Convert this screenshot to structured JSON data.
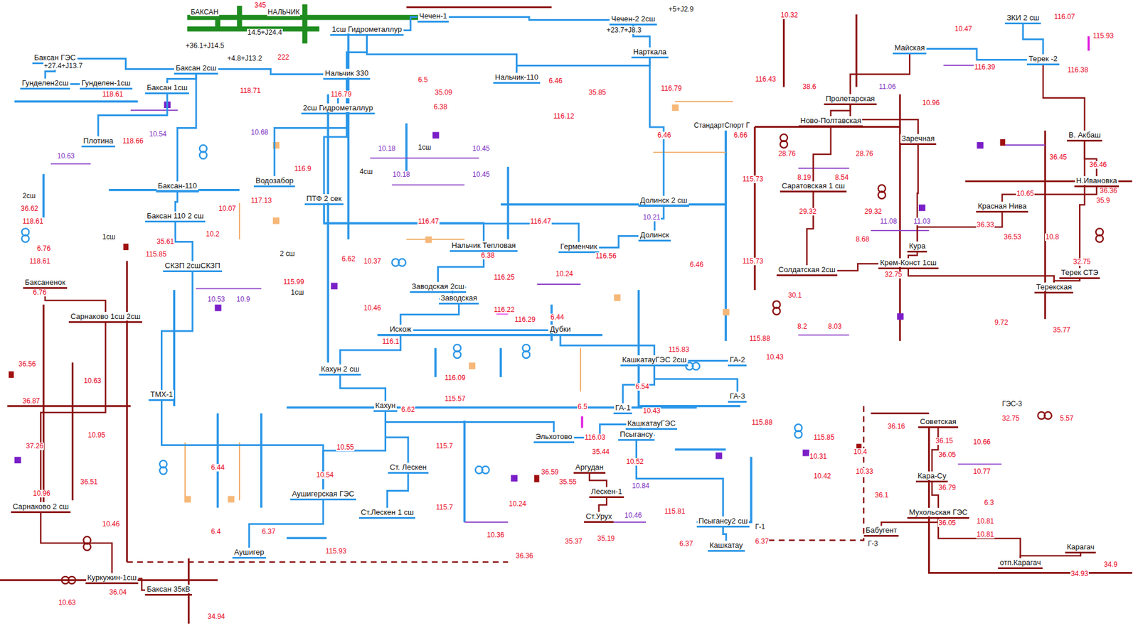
{
  "diagram": {
    "nodes": [
      {
        "text": [
          "Баксан ГЭС"
        ]
      },
      {
        "text": [
          "Гунделен2сш"
        ]
      },
      {
        "text": [
          "Гунделен-1сш"
        ]
      },
      {
        "text": [
          "Баксан 2сш"
        ]
      },
      {
        "text": [
          "Баксан 1сш"
        ]
      },
      {
        "text": [
          "Нальчик 330"
        ]
      },
      {
        "text": [
          "Плотина"
        ]
      },
      {
        "text": [
          "Баксан-110"
        ]
      },
      {
        "text": [
          "Баксан 110 2 сш"
        ]
      },
      {
        "text": [
          "Водозабор"
        ]
      },
      {
        "text": [
          "ПТФ 2 сек"
        ]
      },
      {
        "text": [
          "СКЗП 2сшСКЗП"
        ]
      },
      {
        "text": [
          "ТМХ-1"
        ]
      },
      {
        "text": [
          "Нальчик-110"
        ]
      },
      {
        "text": [
          "1сш Гидрометаллур"
        ]
      },
      {
        "text": [
          "2сш Гидрометаллур"
        ]
      },
      {
        "text": [
          "Чечен-1"
        ]
      },
      {
        "text": [
          "Чечен-2 2сш"
        ]
      },
      {
        "text": [
          "Нарткала"
        ]
      },
      {
        "text": [
          "Нальчик Тепловая"
        ]
      },
      {
        "text": [
          "Заводская 2сш"
        ]
      },
      {
        "text": [
          "Заводская"
        ]
      },
      {
        "text": [
          "Искож"
        ]
      },
      {
        "text": [
          "Дубки"
        ]
      },
      {
        "text": [
          "Кахун 2 сш"
        ]
      },
      {
        "text": [
          "Кахун"
        ]
      },
      {
        "text": [
          "Аушигерская ГЭС"
        ]
      },
      {
        "text": [
          "Аушигер"
        ]
      },
      {
        "text": [
          "Ст. Лескен"
        ]
      },
      {
        "text": [
          "Ст.Лескен 1 сш"
        ]
      },
      {
        "text": [
          "Эльхотово"
        ]
      },
      {
        "text": [
          "КашкатауГЭС"
        ]
      },
      {
        "text": [
          "Псыгансу"
        ]
      },
      {
        "text": [
          "Псыгансу2 сш"
        ]
      },
      {
        "text": [
          "Кашкатау"
        ]
      },
      {
        "text": [
          "КашкатауГЭС 2сш"
        ]
      },
      {
        "text": [
          "ГА-2"
        ]
      },
      {
        "text": [
          "ГА-3"
        ]
      },
      {
        "text": [
          "ГА-1"
        ]
      },
      {
        "text": [
          "Долинск"
        ]
      },
      {
        "text": [
          "Долинск 2 сш"
        ]
      },
      {
        "text": [
          "Герменчик"
        ]
      },
      {
        "text": [
          "Баксаненок"
        ]
      },
      {
        "text": [
          "Сарнаково 1сш 2сш"
        ]
      },
      {
        "text": [
          "Сарнаково 2 сш"
        ]
      },
      {
        "text": [
          "Куркужин-1сш"
        ]
      },
      {
        "text": [
          "Баксан 35кВ"
        ]
      },
      {
        "text": [
          "Аргудан"
        ]
      },
      {
        "text": [
          "Лескен-1"
        ]
      },
      {
        "text": [
          "Ст.Урух"
        ]
      },
      {
        "text": [
          "Советская"
        ]
      },
      {
        "text": [
          "Кара-Су"
        ]
      },
      {
        "text": [
          "Мухольская ГЭС"
        ]
      },
      {
        "text": [
          "Бабугент"
        ]
      },
      {
        "text": [
          "Карагач"
        ]
      },
      {
        "text": [
          "отп.Карагач"
        ]
      },
      {
        "text": [
          "Пролетарская"
        ]
      },
      {
        "text": [
          "Ново-Полтавская"
        ]
      },
      {
        "text": [
          "Заречная"
        ]
      },
      {
        "text": [
          "Саратовская 1 сш"
        ]
      },
      {
        "text": [
          "Кура"
        ]
      },
      {
        "text": [
          "Солдатская 2сш"
        ]
      },
      {
        "text": [
          "Крем-Конст 1сш"
        ]
      },
      {
        "text": [
          "Майская"
        ]
      },
      {
        "text": [
          "Терек -2"
        ]
      },
      {
        "text": [
          "ЗКИ 2 сш"
        ]
      },
      {
        "text": [
          "В. Акбаш"
        ]
      },
      {
        "text": [
          "Н.Ивановка"
        ]
      },
      {
        "text": [
          "Красная Нива"
        ]
      },
      {
        "text": [
          "Терекская"
        ]
      },
      {
        "text": [
          "Терек СТЭ"
        ]
      }
    ],
    "edges": [
      {
        "from": 0,
        "to": 1,
        "arrow": "none"
      },
      {
        "from": 1,
        "to": 2,
        "arrow": "none"
      },
      {
        "from": 0,
        "to": 3,
        "arrow": "none"
      },
      {
        "from": 3,
        "to": 5,
        "arrow": "none"
      },
      {
        "from": 3,
        "to": 4,
        "arrow": "none"
      },
      {
        "from": 4,
        "to": 6,
        "arrow": "none"
      },
      {
        "from": 3,
        "to": 7,
        "arrow": "none"
      },
      {
        "from": 7,
        "to": 8,
        "arrow": "none"
      },
      {
        "from": 8,
        "to": 11,
        "arrow": "none"
      },
      {
        "from": 11,
        "to": 12,
        "arrow": "none"
      },
      {
        "from": 5,
        "to": 9,
        "arrow": "none"
      },
      {
        "from": 5,
        "to": 10,
        "arrow": "none"
      },
      {
        "from": 5,
        "to": 15,
        "arrow": "none"
      },
      {
        "from": 5,
        "to": 14,
        "arrow": "none"
      },
      {
        "from": 14,
        "to": 16,
        "arrow": "none"
      },
      {
        "from": 16,
        "to": 17,
        "arrow": "none"
      },
      {
        "from": 14,
        "to": 13,
        "arrow": "none"
      },
      {
        "from": 13,
        "to": 18,
        "arrow": "none"
      },
      {
        "from": 17,
        "to": 18,
        "arrow": "none"
      },
      {
        "from": 10,
        "to": 19,
        "arrow": "none"
      },
      {
        "from": 19,
        "to": 20,
        "arrow": "none"
      },
      {
        "from": 20,
        "to": 21,
        "arrow": "none"
      },
      {
        "from": 21,
        "to": 22,
        "arrow": "none"
      },
      {
        "from": 22,
        "to": 23,
        "arrow": "none"
      },
      {
        "from": 10,
        "to": 41,
        "arrow": "none"
      },
      {
        "from": 41,
        "to": 39,
        "arrow": "none"
      },
      {
        "from": 39,
        "to": 40,
        "arrow": "none"
      },
      {
        "from": 18,
        "to": 40,
        "arrow": "none"
      },
      {
        "from": 23,
        "to": 35,
        "arrow": "none"
      },
      {
        "from": 35,
        "to": 36,
        "arrow": "none"
      },
      {
        "from": 35,
        "to": 37,
        "arrow": "none"
      },
      {
        "from": 35,
        "to": 38,
        "arrow": "none"
      },
      {
        "from": 22,
        "to": 24,
        "arrow": "none"
      },
      {
        "from": 24,
        "to": 25,
        "arrow": "none"
      },
      {
        "from": 25,
        "to": 26,
        "arrow": "none"
      },
      {
        "from": 26,
        "to": 27,
        "arrow": "none"
      },
      {
        "from": 25,
        "to": 28,
        "arrow": "none"
      },
      {
        "from": 28,
        "to": 29,
        "arrow": "none"
      },
      {
        "from": 25,
        "to": 30,
        "arrow": "none"
      },
      {
        "from": 30,
        "to": 31,
        "arrow": "none"
      },
      {
        "from": 31,
        "to": 32,
        "arrow": "none"
      },
      {
        "from": 32,
        "to": 33,
        "arrow": "none"
      },
      {
        "from": 33,
        "to": 34,
        "arrow": "none"
      },
      {
        "from": 12,
        "to": 26,
        "arrow": "none"
      },
      {
        "from": 42,
        "to": 43,
        "arrow": "none"
      },
      {
        "from": 43,
        "to": 44,
        "arrow": "none"
      },
      {
        "from": 44,
        "to": 45,
        "arrow": "none"
      },
      {
        "from": 45,
        "to": 46,
        "arrow": "none"
      },
      {
        "from": 47,
        "to": 48,
        "arrow": "none"
      },
      {
        "from": 48,
        "to": 49,
        "arrow": "none"
      },
      {
        "from": 50,
        "to": 51,
        "arrow": "none"
      },
      {
        "from": 51,
        "to": 52,
        "arrow": "none"
      },
      {
        "from": 52,
        "to": 53,
        "arrow": "none"
      },
      {
        "from": 52,
        "to": 55,
        "arrow": "none"
      },
      {
        "from": 55,
        "to": 54,
        "arrow": "none"
      },
      {
        "from": 56,
        "to": 57,
        "arrow": "none"
      },
      {
        "from": 57,
        "to": 59,
        "arrow": "none"
      },
      {
        "from": 59,
        "to": 61,
        "arrow": "none"
      },
      {
        "from": 61,
        "to": 62,
        "arrow": "none"
      },
      {
        "from": 62,
        "to": 60,
        "arrow": "none"
      },
      {
        "from": 60,
        "to": 58,
        "arrow": "none"
      },
      {
        "from": 58,
        "to": 56,
        "arrow": "none"
      },
      {
        "from": 56,
        "to": 63,
        "arrow": "none"
      },
      {
        "from": 63,
        "to": 64,
        "arrow": "none"
      },
      {
        "from": 64,
        "to": 65,
        "arrow": "none"
      },
      {
        "from": 64,
        "to": 66,
        "arrow": "none"
      },
      {
        "from": 66,
        "to": 67,
        "arrow": "none"
      },
      {
        "from": 67,
        "to": 68,
        "arrow": "none"
      },
      {
        "from": 68,
        "to": 60,
        "arrow": "none"
      },
      {
        "from": 66,
        "to": 70,
        "arrow": "none"
      },
      {
        "from": 70,
        "to": 69,
        "arrow": "none"
      },
      {
        "from": 62,
        "to": 69,
        "arrow": "none"
      }
    ],
    "labels": [
      "БАКСАН",
      "НАЛЬЧИК",
      "345",
      "+36.1+J14.5",
      "14.5+J24.4",
      "+4.8+J13.2",
      "222",
      "+27.4+J13.7",
      "118.71",
      "118.61",
      "118.66",
      "10.63",
      "10.54",
      "10.68",
      "116.79",
      "35.09",
      "35.85",
      "116.43",
      "116.79",
      "116.12",
      "+23.7+J8.3",
      "+5+J2.9",
      "6.5",
      "6.38",
      "6.46",
      "10.18",
      "10.18",
      "10.45",
      "10.45",
      "117.13",
      "118.61",
      "118.61",
      "116.9",
      "116.47",
      "116.47",
      "116.56",
      "115.73",
      "115.73",
      "10.21",
      "6.46",
      "6.66",
      "6.46",
      "115.85",
      "115.99",
      "10.53",
      "10.9",
      "10.37",
      "6.62",
      "6.38",
      "116.25",
      "116.22",
      "116.29",
      "10.46",
      "10.24",
      "6.44",
      "116.1",
      "116.09",
      "115.57",
      "115.83",
      "115.88",
      "10.43",
      "6.5",
      "6.62",
      "6.54",
      "10.43",
      "115.88",
      "116.03",
      "10.55",
      "115.7",
      "115.7",
      "115.93",
      "6.44",
      "6.4",
      "6.37",
      "10.54",
      "10.36",
      "36.36",
      "10.24",
      "10.52",
      "10.84",
      "10.46",
      "35.44",
      "36.59",
      "35.55",
      "35.37",
      "35.19",
      "10.31",
      "10.42",
      "10.4",
      "10.33",
      "115.85",
      "115.81",
      "6.37",
      "Г-1",
      "6.37",
      "Г-3",
      "36.16",
      "36.15",
      "10.66",
      "36.05",
      "10.77",
      "36.79",
      "6.3",
      "36.05",
      "10.81",
      "10.81",
      "36.1",
      "34.93",
      "34.9",
      "32.75",
      "5.57",
      "ГЭС-3",
      "38.6",
      "28.76",
      "28.76",
      "8.19",
      "8.54",
      "29.32",
      "29.32",
      "8.68",
      "30.1",
      "8.2",
      "8.03",
      "32.75",
      "32.75",
      "9.72",
      "36.45",
      "36.46",
      "36.33",
      "36.53",
      "35.9",
      "36.36",
      "35.77",
      "10.65",
      "10.8",
      "10.47",
      "116.07",
      "115.93",
      "116.39",
      "116.38",
      "10.32",
      "11.06",
      "10.96",
      "11.08",
      "11.03",
      "36.62",
      "35.61",
      "36.56",
      "10.63",
      "36.87",
      "37.26",
      "10.95",
      "36.51",
      "10.96",
      "10.46",
      "36.04",
      "10.63",
      "34.94",
      "6.76",
      "6.76",
      "10.07",
      "10.2",
      "2сш",
      "1сш",
      "2 сш",
      "1сш",
      "4сш",
      "1сш",
      "СтандартСпорт Г"
    ]
  }
}
